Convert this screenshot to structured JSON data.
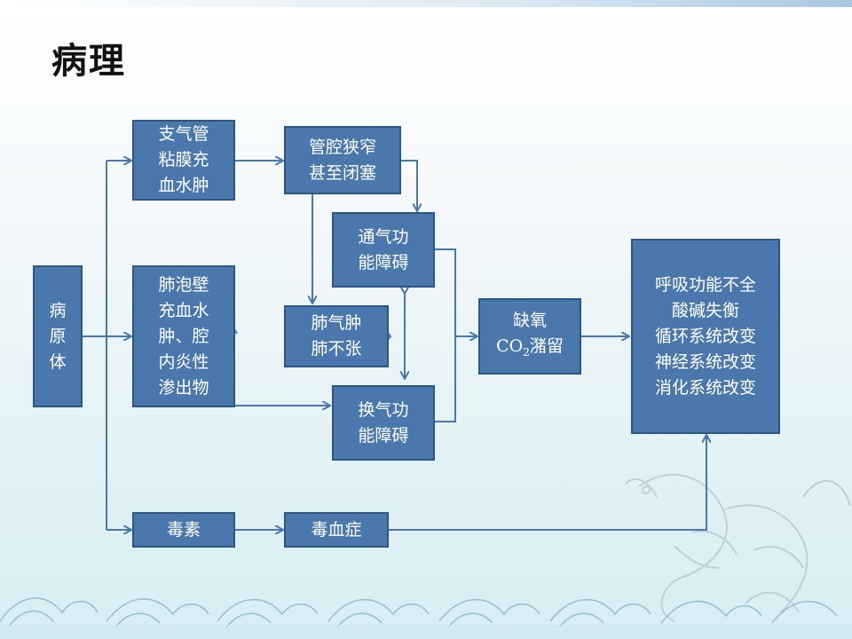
{
  "slide": {
    "title": "病理"
  },
  "nodes": {
    "pathogen": [
      "病",
      "原",
      "体"
    ],
    "bronchial_mucosa": [
      "支气管",
      "粘膜充",
      "血水肿"
    ],
    "alveolar_wall": [
      "肺泡壁",
      "充血水",
      "肿、腔",
      "内炎性",
      "渗出物"
    ],
    "toxin": [
      "毒素"
    ],
    "lumen_narrowing": [
      "管腔狭窄",
      "甚至闭塞"
    ],
    "emphysema_atelectasis": [
      "肺气肿",
      "肺不张"
    ],
    "toxemia": [
      "毒血症"
    ],
    "ventilation_dysfunction": [
      "通气功",
      "能障碍"
    ],
    "gas_exchange_dysfunction": [
      "换气功",
      "能障碍"
    ],
    "hypoxia": {
      "line1": "缺氧",
      "co2_prefix": "CO",
      "co2_sub": "2",
      "co2_suffix": "潴留"
    },
    "systemic_effects": [
      "呼吸功能不全",
      "酸碱失衡",
      "循环系统改变",
      "神经系统改变",
      "消化系统改变"
    ]
  },
  "colors": {
    "box_fill": "#4a78ad",
    "box_border": "#2d5684",
    "box_text": "#ffffff",
    "arrow": "#4a78ad",
    "title_text": "#111111"
  }
}
